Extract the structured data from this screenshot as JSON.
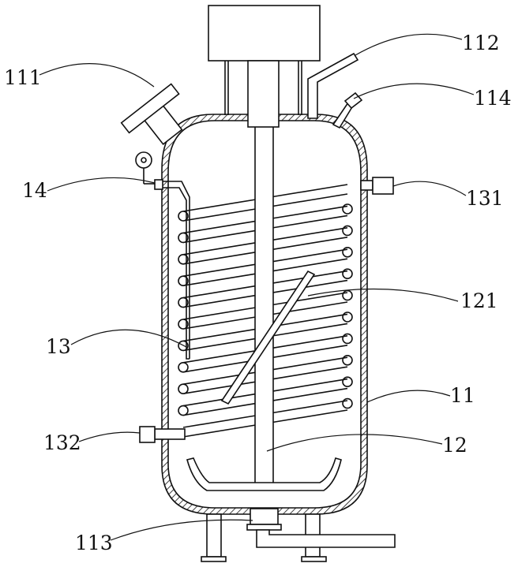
{
  "figure": {
    "labels": {
      "l111": "111",
      "l112": "112",
      "l114": "114",
      "l14": "14",
      "l131": "131",
      "l121": "121",
      "l13": "13",
      "l11": "11",
      "l132": "132",
      "l12": "12",
      "l113": "113"
    }
  }
}
